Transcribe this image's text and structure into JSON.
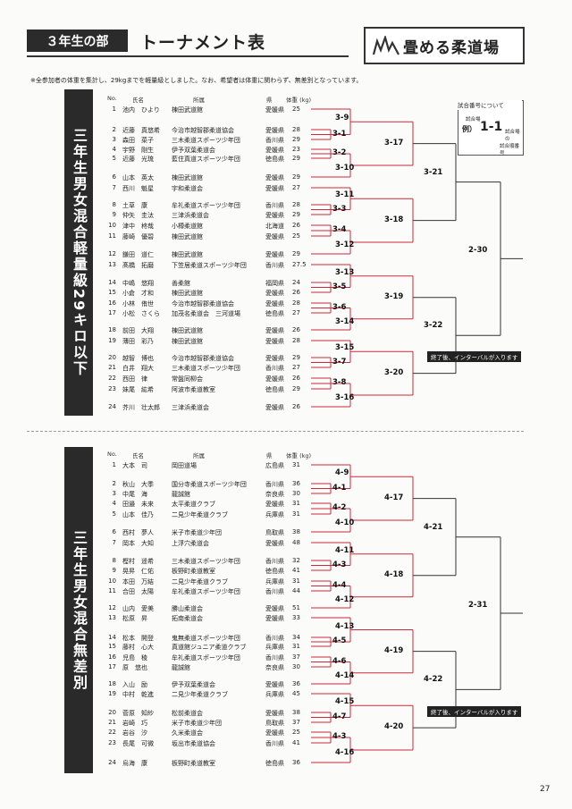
{
  "header": {
    "section_label": "３年生の部",
    "title": "トーナメント表",
    "logo_text": "畳める柔道場"
  },
  "note": "※全参加者の体重を集計し、29kgまでを軽量級としました。なお、希望者は体重に関わらず、無差別となっています。",
  "column_headers": {
    "no": "No.",
    "name": "氏名",
    "affiliation": "所属",
    "prefecture": "県",
    "weight": "体重 (kg)"
  },
  "light": {
    "title": "三年生男女混合軽量級29キロ以下",
    "participants": [
      {
        "no": "1",
        "name": "池内　ひより",
        "aff": "棟田武道館",
        "pref": "愛媛県",
        "w": "25"
      },
      {
        "no": "2",
        "name": "近藤　真悠希",
        "aff": "今治市越智郡柔道協会",
        "pref": "愛媛県",
        "w": "28"
      },
      {
        "no": "3",
        "name": "森田　菜子",
        "aff": "三木柔道スポーツ少年団",
        "pref": "香川県",
        "w": "29"
      },
      {
        "no": "4",
        "name": "宇野　剛生",
        "aff": "伊予双葉柔道会",
        "pref": "愛媛県",
        "w": "23"
      },
      {
        "no": "5",
        "name": "近藤　光琉",
        "aff": "藍住真道スポーツ少年団",
        "pref": "徳島県",
        "w": "29"
      },
      {
        "no": "6",
        "name": "山本　英太",
        "aff": "棟田武道館",
        "pref": "愛媛県",
        "w": "29"
      },
      {
        "no": "7",
        "name": "西川　魁星",
        "aff": "宇和柔道会",
        "pref": "愛媛県",
        "w": "27"
      },
      {
        "no": "8",
        "name": "土草　康",
        "aff": "牟礼柔道スポーツ少年団",
        "pref": "香川県",
        "w": "28"
      },
      {
        "no": "9",
        "name": "仲矢　圭汰",
        "aff": "三津浜柔道会",
        "pref": "愛媛県",
        "w": "29"
      },
      {
        "no": "10",
        "name": "津中　柊哉",
        "aff": "小樽柔道館",
        "pref": "北海道",
        "w": "26"
      },
      {
        "no": "11",
        "name": "藤崎　優碧",
        "aff": "棟田武道館",
        "pref": "愛媛県",
        "w": "25"
      },
      {
        "no": "12",
        "name": "鎌田　道仁",
        "aff": "棟田武道館",
        "pref": "愛媛県",
        "w": "29"
      },
      {
        "no": "13",
        "name": "髙橋　拓磨",
        "aff": "下笠居柔道スポーツ少年団",
        "pref": "香川県",
        "w": "27.5"
      },
      {
        "no": "14",
        "name": "中嶋　悠翔",
        "aff": "善柔館",
        "pref": "福岡県",
        "w": "24"
      },
      {
        "no": "15",
        "name": "小倉　才和",
        "aff": "棟田武道館",
        "pref": "愛媛県",
        "w": "26"
      },
      {
        "no": "16",
        "name": "小林　侑世",
        "aff": "今治市越智郡柔道協会",
        "pref": "愛媛県",
        "w": "28"
      },
      {
        "no": "17",
        "name": "小松　さくら",
        "aff": "加茂名柔道会　三河道場",
        "pref": "徳島県",
        "w": "27"
      },
      {
        "no": "18",
        "name": "前田　大翔",
        "aff": "棟田武道館",
        "pref": "愛媛県",
        "w": "26"
      },
      {
        "no": "19",
        "name": "薄田　彩乃",
        "aff": "棟田武道館",
        "pref": "愛媛県",
        "w": "28"
      },
      {
        "no": "20",
        "name": "越智　博也",
        "aff": "今治市越智郡柔道協会",
        "pref": "愛媛県",
        "w": "29"
      },
      {
        "no": "21",
        "name": "白井　翔大",
        "aff": "三木柔道スポーツ少年団",
        "pref": "香川県",
        "w": "27"
      },
      {
        "no": "22",
        "name": "西田　律",
        "aff": "常盤同柳会",
        "pref": "愛媛県",
        "w": "26"
      },
      {
        "no": "23",
        "name": "妹尾　紘希",
        "aff": "阿波市柔道教室",
        "pref": "徳島県",
        "w": "29"
      },
      {
        "no": "24",
        "name": "芥川　壮太郎",
        "aff": "三津浜柔道会",
        "pref": "愛媛県",
        "w": "26"
      }
    ],
    "matches": [
      "3-9",
      "3-1",
      "3-2",
      "3-10",
      "3-17",
      "3-11",
      "3-3",
      "3-4",
      "3-12",
      "3-18",
      "3-21",
      "3-13",
      "3-5",
      "3-6",
      "3-14",
      "3-19",
      "3-15",
      "3-7",
      "3-8",
      "3-16",
      "3-20",
      "3-22",
      "2-30"
    ],
    "interval_note": "終了後、インターバルが入ります"
  },
  "open": {
    "title": "三年生男女混合無差別",
    "participants": [
      {
        "no": "1",
        "name": "大本　司",
        "aff": "岡田道場",
        "pref": "広島県",
        "w": "31"
      },
      {
        "no": "2",
        "name": "秋山　大季",
        "aff": "国分寺柔道スポーツ少年団",
        "pref": "香川県",
        "w": "36"
      },
      {
        "no": "3",
        "name": "中尾　海",
        "aff": "龍誠館",
        "pref": "奈良県",
        "w": "30"
      },
      {
        "no": "4",
        "name": "田邉　未来",
        "aff": "太平柔道クラブ",
        "pref": "愛媛県",
        "w": "31"
      },
      {
        "no": "5",
        "name": "山本　佳乃",
        "aff": "二見少年柔道クラブ",
        "pref": "兵庫県",
        "w": "31"
      },
      {
        "no": "6",
        "name": "西村　夢人",
        "aff": "米子市柔道少年団",
        "pref": "鳥取県",
        "w": "38"
      },
      {
        "no": "7",
        "name": "岡本　大知",
        "aff": "上浮穴柔道会",
        "pref": "愛媛県",
        "w": "48"
      },
      {
        "no": "8",
        "name": "樫村　遥希",
        "aff": "三木柔道スポーツ少年団",
        "pref": "香川県",
        "w": "32"
      },
      {
        "no": "9",
        "name": "晃昇　仁佑",
        "aff": "板野町柔道教室",
        "pref": "徳島県",
        "w": "41"
      },
      {
        "no": "10",
        "name": "本田　万結",
        "aff": "二見少年柔道クラブ",
        "pref": "兵庫県",
        "w": "31"
      },
      {
        "no": "11",
        "name": "合田　太陽",
        "aff": "牟礼柔道スポーツ少年団",
        "pref": "香川県",
        "w": "44"
      },
      {
        "no": "12",
        "name": "山内　愛美",
        "aff": "勝山柔道会",
        "pref": "愛媛県",
        "w": "51"
      },
      {
        "no": "13",
        "name": "松原　昇",
        "aff": "拓南柔道会",
        "pref": "愛媛県",
        "w": "33"
      },
      {
        "no": "14",
        "name": "松本　開登",
        "aff": "鬼無柔道スポーツ少年団",
        "pref": "香川県",
        "w": "34"
      },
      {
        "no": "15",
        "name": "藤村　心大",
        "aff": "真道館ジュニア柔道クラブ",
        "pref": "兵庫県",
        "w": "31"
      },
      {
        "no": "16",
        "name": "児島　稜",
        "aff": "牟礼柔道スポーツ少年団",
        "pref": "香川県",
        "w": "37"
      },
      {
        "no": "17",
        "name": "原　悠也",
        "aff": "龍誠館",
        "pref": "奈良県",
        "w": "30"
      },
      {
        "no": "18",
        "name": "入山　励",
        "aff": "伊予双葉柔道会",
        "pref": "愛媛県",
        "w": "36"
      },
      {
        "no": "19",
        "name": "中村　乾進",
        "aff": "二見少年柔道クラブ",
        "pref": "兵庫県",
        "w": "45"
      },
      {
        "no": "20",
        "name": "菅原　知紗",
        "aff": "松前柔道会",
        "pref": "愛媛県",
        "w": "38"
      },
      {
        "no": "21",
        "name": "岩崎　巧",
        "aff": "米子市柔道少年団",
        "pref": "鳥取県",
        "w": "37"
      },
      {
        "no": "22",
        "name": "岩谷　汐",
        "aff": "久米柔道会",
        "pref": "愛媛県",
        "w": "25"
      },
      {
        "no": "23",
        "name": "長尾　可微",
        "aff": "坂出市柔道協会",
        "pref": "香川県",
        "w": "41"
      },
      {
        "no": "24",
        "name": "烏海　康",
        "aff": "板野町柔道教室",
        "pref": "徳島県",
        "w": "36"
      }
    ],
    "matches": [
      "4-9",
      "4-1",
      "4-2",
      "4-10",
      "4-17",
      "4-11",
      "4-3",
      "4-4",
      "4-12",
      "4-18",
      "4-21",
      "4-13",
      "4-5",
      "4-6",
      "4-14",
      "4-19",
      "4-15",
      "4-7",
      "4-3",
      "4-16",
      "4-20",
      "4-22",
      "2-31"
    ],
    "interval_note": "終了後、インターバルが入ります"
  },
  "legend": {
    "title": "試合番号について",
    "match_label": "試合場",
    "example": "例）",
    "example_no": "1-1",
    "mat_label": "試合場の",
    "order_label": "試合順番号"
  },
  "page_number": "27",
  "colors": {
    "bracket_red": "#cc2a3a",
    "dark": "#2a2a2a"
  }
}
